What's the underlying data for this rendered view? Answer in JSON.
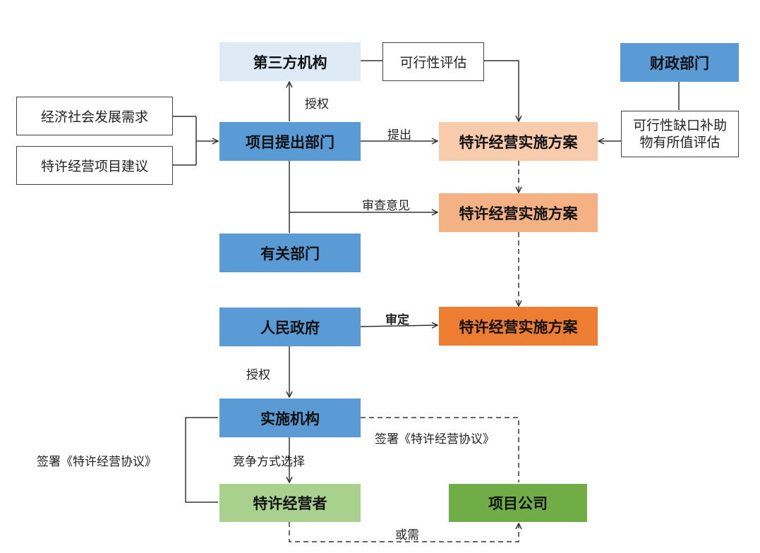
{
  "nodes": {
    "third_party": "第三方机构",
    "feasibility_eval": "可行性评估",
    "finance_dept": "财政部门",
    "econ_social_demand": "经济社会发展需求",
    "franchise_proposal": "特许经营项目建议",
    "project_proposer_dept": "项目提出部门",
    "plan_1": "特许经营实施方案",
    "gap_subsidy_eval": "可行性缺口补助物有所值评估",
    "plan_2": "特许经营实施方案",
    "related_dept": "有关部门",
    "peoples_government": "人民政府",
    "plan_3": "特许经营实施方案",
    "implementing_agency": "实施机构",
    "franchisee": "特许经营者",
    "project_company": "项目公司"
  },
  "edge_labels": {
    "authorize_1": "授权",
    "propose": "提出",
    "review_opinion": "审查意见",
    "approve": "审定",
    "authorize_2": "授权",
    "competitive_selection": "竞争方式选择",
    "sign_left": "签署《特许经营协议》",
    "sign_right": "签署《特许经营协议》",
    "or_required": "或需"
  },
  "colors": {
    "blue": "#5b9bd5",
    "light_blue": "#deebf7",
    "peach": "#f8cbad",
    "peach_dark": "#f4b183",
    "orange": "#ed7d31",
    "light_green": "#a9d18e",
    "dark_green": "#70ad47"
  }
}
